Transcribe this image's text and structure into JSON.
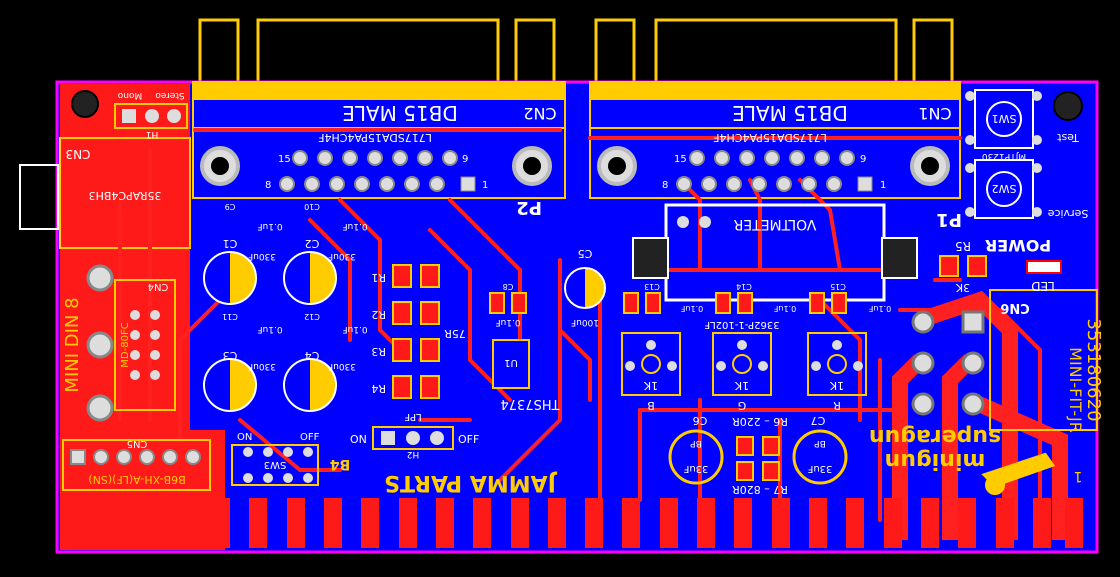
{
  "board": {
    "top_right": "minigun",
    "bottom_right": "superagun",
    "center_label": "JAMMA PARTS",
    "power_label": "POWER",
    "led_label": "LED",
    "k_3_label": "3K",
    "r5_label": "R5",
    "edge_pin": "1",
    "colors": {
      "board": "#0000ff",
      "copper": "#ff0000",
      "silk": "#ffcc00",
      "outline": "#ff00ff",
      "white": "#ffffff"
    }
  },
  "connectors": {
    "cn1": "CN1",
    "cn2": "CN2",
    "cn1_type": "DB15 MALE",
    "cn2_type": "DB15 MALE",
    "cn1_part": "L717SDA15PA4CH4F",
    "cn2_part": "L717SDA15PA4CH4F",
    "p1": "P1",
    "p2": "P2",
    "cn3": "CN3",
    "cn3_part": "35RAPC4BH3",
    "cn4": "CN4",
    "cn4_part": "MD-80FC",
    "mini_din": "MINI DIN 8",
    "cn5": "CN5",
    "cn5_part": "B6B-XH-A(LF)(SN)",
    "cn6": "CN6",
    "cn6_part": "MINI-FIT-JR",
    "cn6_number": "353180620",
    "pin15": "15",
    "pin9": "9",
    "pin8": "8",
    "pin1": "1"
  },
  "switches": {
    "sw1": "SW1",
    "sw2": "SW2",
    "sw3": "SW3",
    "test": "Test",
    "service": "Service",
    "sw_part": "MJTP1230",
    "on": "ON",
    "off": "OFF",
    "stereo": "Stereo",
    "mono": "Mono",
    "b4": "B4",
    "h1": "H1",
    "h2": "H2",
    "lpf": "LPF"
  },
  "components": {
    "c1": "C1",
    "c2": "C2",
    "c3": "C3",
    "c4": "C4",
    "c5": "C5",
    "c6": "C6",
    "c7": "C7",
    "c8": "C8",
    "c9": "C9",
    "c10": "C10",
    "c11": "C11",
    "c12": "C12",
    "c13": "C13",
    "c14": "C14",
    "c15": "C15",
    "v_330": "330uF",
    "v_01": "0.1uF",
    "v_100": "100uF",
    "v_33": "33uF",
    "bp": "BP",
    "r1": "R1",
    "r2": "R2",
    "r3": "R3",
    "r4": "R4",
    "r6": "R6 – 220R",
    "r7": "R7 – 820R",
    "r75": "75R",
    "u1": "U1",
    "ths": "THS7374",
    "voltmeter": "VOLTMETER",
    "pot_part": "3362P-1-102LF",
    "k1": "1K",
    "b": "B",
    "g": "G",
    "r": "R"
  }
}
